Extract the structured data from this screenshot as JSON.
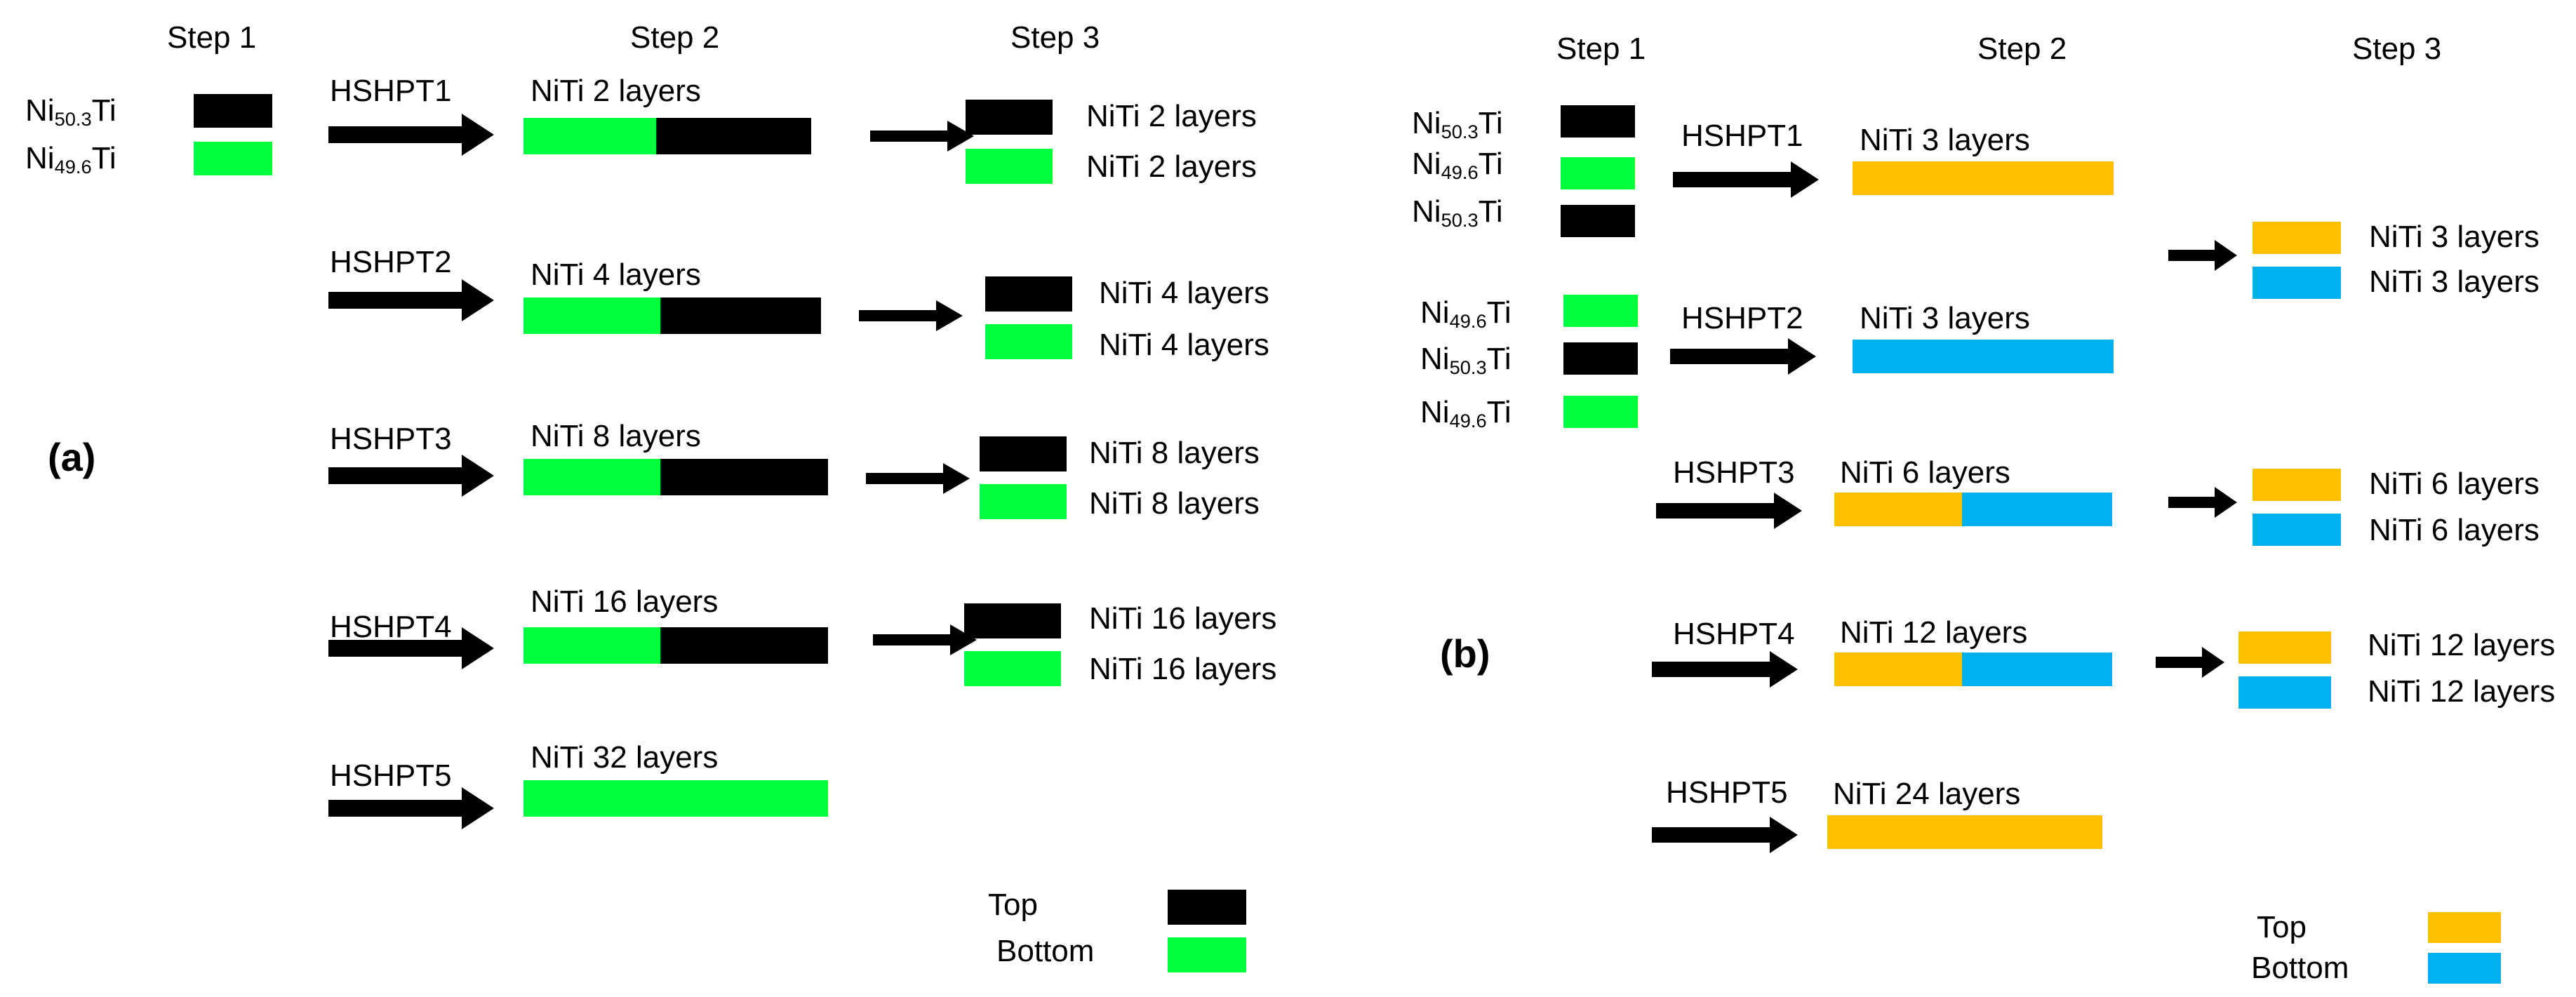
{
  "colors": {
    "top_a": "#000000",
    "bottom_a": "#00ff3c",
    "top_b": "#ffc000",
    "bottom_b": "#00b0f0"
  },
  "panel_a": {
    "label": "(a)",
    "step1": "Step 1",
    "step2": "Step 2",
    "step3": "Step 3",
    "alloy_top": {
      "base": "Ni",
      "sub": "50.3",
      "suffix": "Ti"
    },
    "alloy_bottom": {
      "base": "Ni",
      "sub": "49.6",
      "suffix": "Ti"
    },
    "rows": [
      {
        "process": "HSHPT1",
        "combined": "NiTi 2 layers",
        "top_out": "NiTi 2 layers",
        "bottom_out": "NiTi 2 layers"
      },
      {
        "process": "HSHPT2",
        "combined": "NiTi 4 layers",
        "top_out": "NiTi 4 layers",
        "bottom_out": "NiTi 4 layers"
      },
      {
        "process": "HSHPT3",
        "combined": "NiTi 8 layers",
        "top_out": "NiTi 8 layers",
        "bottom_out": "NiTi 8 layers"
      },
      {
        "process": "HSHPT4",
        "combined": "NiTi 16 layers",
        "top_out": "NiTi 16 layers",
        "bottom_out": "NiTi 16 layers"
      },
      {
        "process": "HSHPT5",
        "combined": "NiTi 32 layers"
      }
    ],
    "legend_top": "Top",
    "legend_bottom": "Bottom"
  },
  "panel_b": {
    "label": "(b)",
    "step1": "Step 1",
    "step2": "Step 2",
    "step3": "Step 3",
    "stack1": [
      {
        "base": "Ni",
        "sub": "50.3",
        "suffix": "Ti"
      },
      {
        "base": "Ni",
        "sub": "49.6",
        "suffix": "Ti"
      },
      {
        "base": "Ni",
        "sub": "50.3",
        "suffix": "Ti"
      }
    ],
    "stack2": [
      {
        "base": "Ni",
        "sub": "49.6",
        "suffix": "Ti"
      },
      {
        "base": "Ni",
        "sub": "50.3",
        "suffix": "Ti"
      },
      {
        "base": "Ni",
        "sub": "49.6",
        "suffix": "Ti"
      }
    ],
    "rows": [
      {
        "process": "HSHPT1",
        "combined": "NiTi 3 layers"
      },
      {
        "process": "HSHPT2",
        "combined": "NiTi 3 layers"
      },
      {
        "process": "HSHPT3",
        "combined": "NiTi 6 layers",
        "top_out": "NiTi 6 layers",
        "bottom_out": "NiTi 6 layers"
      },
      {
        "process": "HSHPT4",
        "combined": "NiTi 12 layers",
        "top_out": "NiTi 12 layers",
        "bottom_out": "NiTi 12 layers"
      },
      {
        "process": "HSHPT5",
        "combined": "NiTi 24 layers"
      }
    ],
    "merge_top_out": "NiTi 3 layers",
    "merge_bottom_out": "NiTi 3 layers",
    "legend_top": "Top",
    "legend_bottom": "Bottom"
  }
}
